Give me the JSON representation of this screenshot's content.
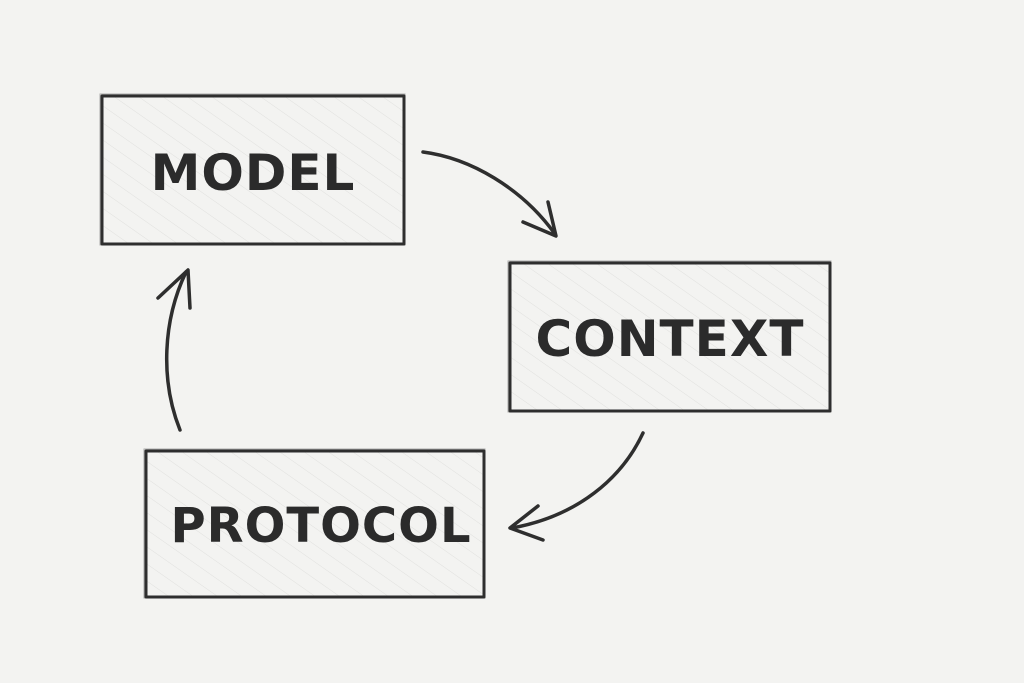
{
  "nodes": {
    "model": {
      "label": "MODEL"
    },
    "context": {
      "label": "CONTEXT"
    },
    "protocol": {
      "label": "PROTOCOL"
    }
  },
  "edges": [
    {
      "from": "MODEL",
      "to": "CONTEXT"
    },
    {
      "from": "CONTEXT",
      "to": "PROTOCOL"
    },
    {
      "from": "PROTOCOL",
      "to": "MODEL"
    }
  ],
  "colors": {
    "background": "#f3f3f1",
    "ink": "#2e2e2e"
  }
}
